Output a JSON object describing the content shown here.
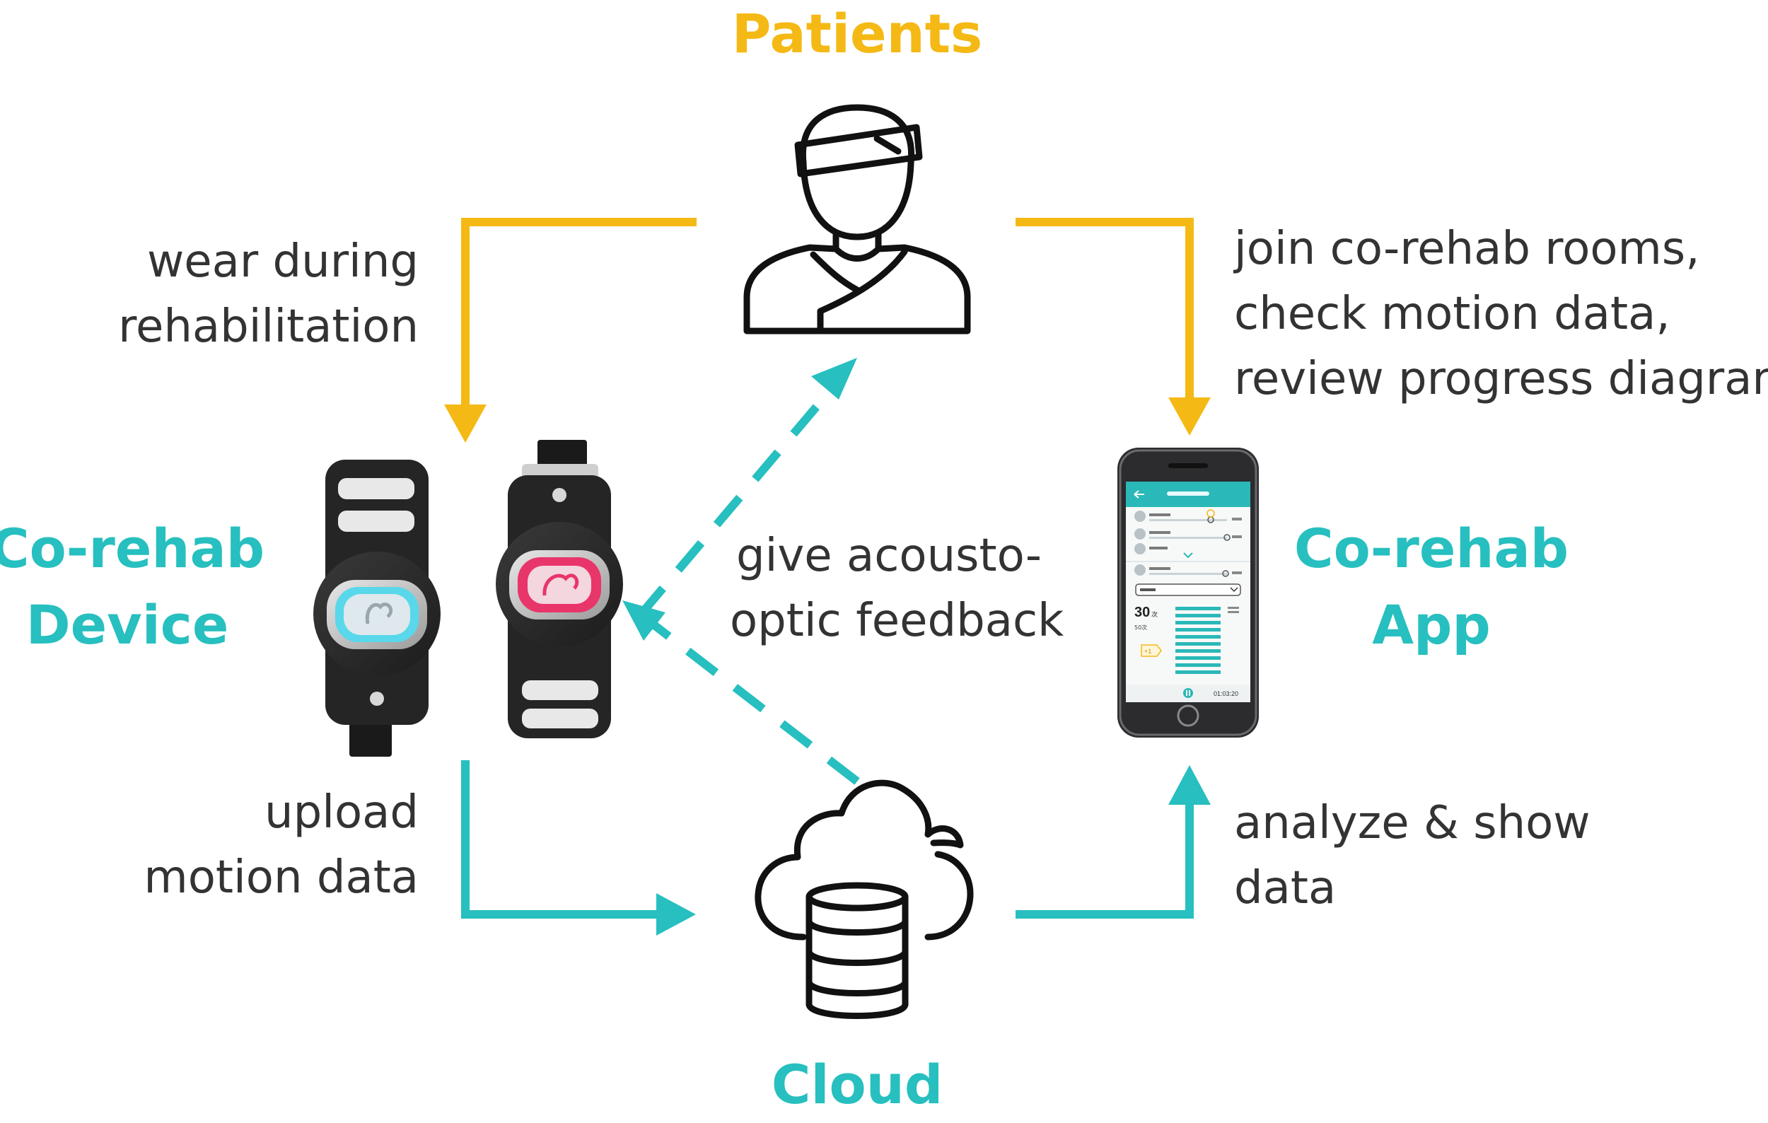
{
  "colors": {
    "teal": "#27bfbf",
    "gold": "#f5b915",
    "text": "#333333",
    "icon": "#111111"
  },
  "nodes": {
    "patients": {
      "title": "Patients",
      "icon": "patient-icon"
    },
    "device": {
      "title_lines": [
        "Co-rehab",
        "Device"
      ],
      "icon": "wristband-device"
    },
    "app": {
      "title_lines": [
        "Co-rehab",
        "App"
      ],
      "icon": "smartphone"
    },
    "cloud": {
      "title": "Cloud",
      "icon": "cloud-database-icon"
    }
  },
  "edges": {
    "patients_to_device": {
      "lines": [
        "wear during",
        "rehabilitation"
      ]
    },
    "patients_to_app": {
      "lines": [
        "join co-rehab rooms,",
        "check motion data,",
        "review progress diagram"
      ]
    },
    "device_cloud_feedback": {
      "lines": [
        "give acousto-",
        "optic feedback"
      ]
    },
    "device_to_cloud": {
      "lines": [
        "upload",
        "motion data"
      ]
    },
    "cloud_to_app": {
      "lines": [
        "analyze & show",
        "data"
      ]
    }
  },
  "phone_screen": {
    "big_count": "30",
    "big_unit": "次",
    "sub_count": "50次",
    "badge": "+1",
    "timer": "01:03:20"
  }
}
